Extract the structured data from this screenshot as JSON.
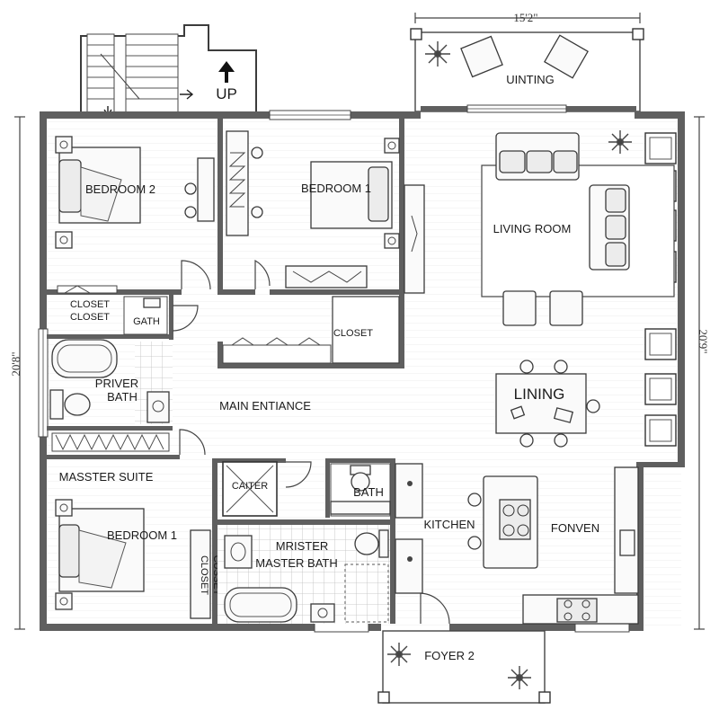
{
  "dimensions": {
    "top_width": "15'2\"",
    "left_height": "20'8\"",
    "right_height": "20'9\""
  },
  "rooms": {
    "up": "UP",
    "upper_deck": "UINTING",
    "bedroom_2": "BEDROOM 2",
    "bedroom_1_upper": "BEDROOM 1",
    "living_room": "LIVING ROOM",
    "closet_left_a": "CLOSET",
    "closet_left_b": "CLOSET",
    "gath": "GATH",
    "closet_center": "CLOSET",
    "privet_bath_a": "PRIVER",
    "privet_bath_b": "BATH",
    "main_entrance": "MAIN ENTIANCE",
    "dining": "LINING",
    "master_suite": "MASSTER SUITE",
    "caiter": "CAITER",
    "bath_small": "BATH",
    "kitchen": "KITCHEN",
    "fonven": "FONVEN",
    "bedroom_1_lower": "BEDROOM 1",
    "closet_vertical_a": "CLOSET",
    "closet_vertical_b": "CUSSET",
    "master_bath_a": "MRISTER",
    "master_bath_b": "MASTER BATH",
    "foyer": "FOYER 2"
  }
}
